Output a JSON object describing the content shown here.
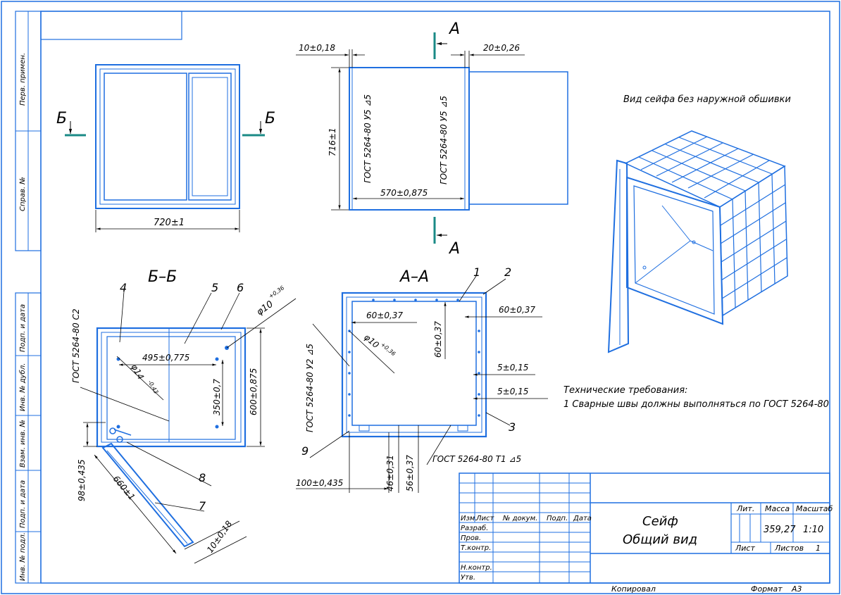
{
  "side_stamps": [
    "Перв. примен.",
    "Справ. №",
    "Подп. и дата",
    "Инв. № дубл.",
    "Взам. инв. №",
    "Подп. и дата",
    "Инв. № подл."
  ],
  "views": {
    "front": {
      "section_mark": "Б",
      "width_dim": "720±1"
    },
    "side": {
      "section_mark": "А",
      "dim_left_wall": "10±0,18",
      "dim_right_wall": "20±0,26",
      "dim_height": "716±1",
      "dim_depth": "570±0,875",
      "weld_left": "ГОСТ 5264-80 У5 ⊿5",
      "weld_right": "ГОСТ 5264-80 У5 ⊿5"
    },
    "iso": {
      "caption": "Вид сейфа без наружной обшивки"
    },
    "section_bb": {
      "title": "Б–Б",
      "callouts": [
        "4",
        "5",
        "6",
        "7",
        "8"
      ],
      "weld": "ГОСТ 5264-80 С2",
      "dim_hole_pitch": "495±0,775",
      "dim_vert_holes": "350±0,7",
      "dim_height": "600±0,875",
      "dim_hinge": "98±0,435",
      "dim_door": "660±1",
      "dim_door_thick": "10±0,18",
      "hole_main": "φ10",
      "hole_main_tol": "+0,36",
      "hole_small": "φ14",
      "hole_small_tol": "-0,43"
    },
    "section_aa": {
      "title": "А–А",
      "callouts": [
        "1",
        "2",
        "3",
        "9"
      ],
      "dim_60_h": "60±0,37",
      "dim_60_v": "60±0,37",
      "dim_60_right": "60±0,37",
      "hole": "φ10",
      "hole_tol": "+0,36",
      "dim_5a": "5±0,15",
      "dim_5b": "5±0,15",
      "dim_100": "100±0,435",
      "dim_46": "46±0,31",
      "dim_56": "56±0,37",
      "weld_left": "ГОСТ 5264-80 У2 ⊿5",
      "weld_bottom": "ГОСТ 5264-80 Т1 ⊿5"
    }
  },
  "requirements": {
    "heading": "Технические требования:",
    "item1": "1 Сварные швы должны выполняться по ГОСТ 5264-80"
  },
  "title_block": {
    "name_line1": "Сейф",
    "name_line2": "Общий вид",
    "col_headers": [
      "Изм.",
      "Лист",
      "№ докум.",
      "Подп.",
      "Дата"
    ],
    "rows": [
      "Разраб.",
      "Пров.",
      "Т.контр.",
      "Н.контр.",
      "Утв."
    ],
    "lit_label": "Лит.",
    "mass_label": "Масса",
    "scale_label": "Масштаб",
    "mass_value": "359,27",
    "scale_value": "1:10",
    "sheet_label": "Лист",
    "sheets_label": "Листов",
    "sheets_value": "1"
  },
  "footer": {
    "copied": "Копировал",
    "format_label": "Формат",
    "format_value": "А3"
  }
}
